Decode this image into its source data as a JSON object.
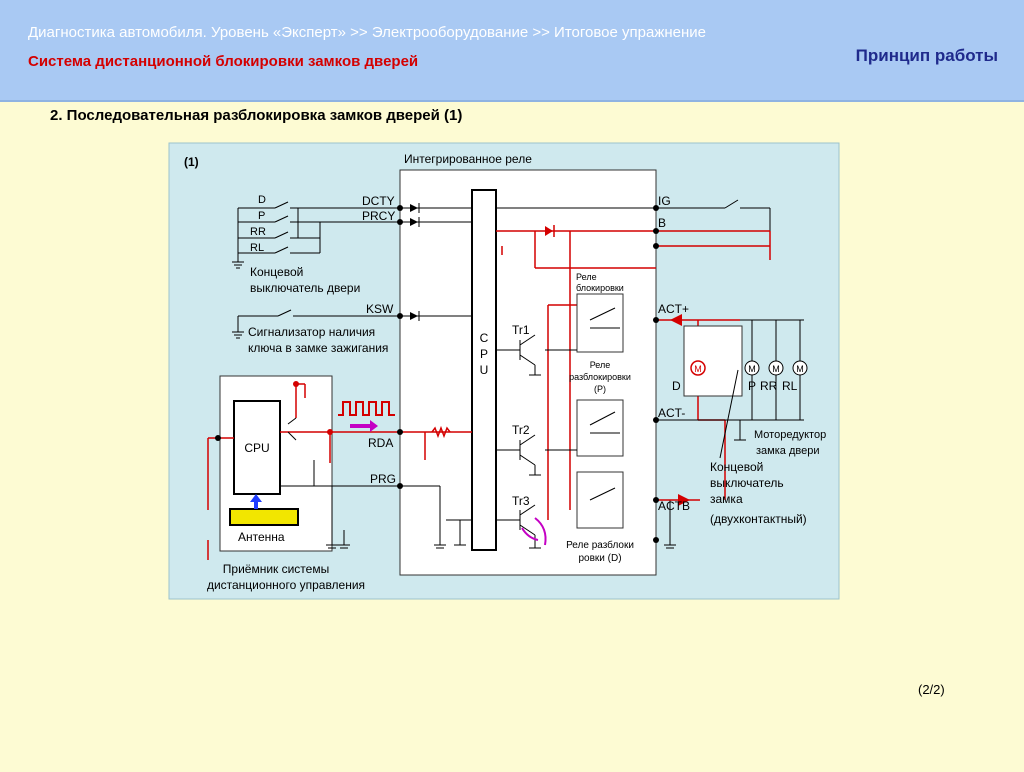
{
  "header": {
    "breadcrumb": "Диагностика автомобиля. Уровень «Эксперт» >> Электрооборудование >> Итоговое упражнение",
    "module_title": "Система дистанционной блокировки замков дверей",
    "section_title": "Принцип работы"
  },
  "slide": {
    "title": "2. Последовательная разблокировка замков дверей (1)",
    "page_number": "(2/2)"
  },
  "diagram": {
    "panel_label": "(1)",
    "relay_title": "Интегрированное реле",
    "switch_labels": [
      "D",
      "P",
      "RR",
      "RL"
    ],
    "door_switch": [
      "Концевой",
      "выключатель двери"
    ],
    "key_warning": [
      "Сигнализатор наличия",
      "ключа в замке зажигания"
    ],
    "pins": {
      "dcty": "DCTY",
      "prcy": "PRCY",
      "ksw": "KSW",
      "rda": "RDA",
      "prg": "PRG",
      "ig": "IG",
      "b": "B",
      "act_plus": "ACT+",
      "act_minus": "ACT-",
      "actb": "ACTB"
    },
    "cpu_vertical": [
      "C",
      "P",
      "U"
    ],
    "receiver_cpu": "CPU",
    "antenna": "Антенна",
    "receiver": [
      "Приёмник системы",
      "дистанционного управления"
    ],
    "transistors": [
      "Tr1",
      "Tr2",
      "Tr3"
    ],
    "relay_lock": [
      "Реле",
      "блокировки"
    ],
    "relay_unlock_p": [
      "Реле",
      "разблокировки",
      "(P)"
    ],
    "relay_unlock_d": [
      "Реле разблоки",
      "ровки (D)"
    ],
    "motor_letter": "M",
    "motor_labels": [
      "D",
      "P",
      "RR",
      "RL"
    ],
    "motor_caption": [
      "Моторедуктор",
      "замка двери"
    ],
    "lock_switch": [
      "Концевой",
      "выключатель",
      "замка",
      "(двухконтактный)"
    ]
  },
  "colors": {
    "header_bg": "#a9c9f3",
    "page_bg": "#fdfbd3",
    "diagram_bg": "#cfe9ee",
    "wire_active": "#d40000",
    "signal_arrow": "#c400c4",
    "antenna_fill": "#f2e600",
    "antenna_arrow": "#1e3cff"
  }
}
